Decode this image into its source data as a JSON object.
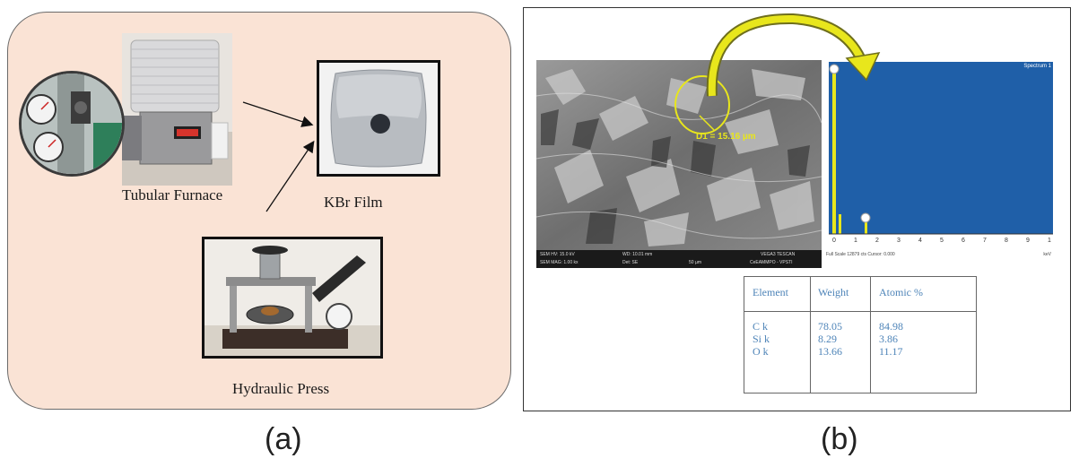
{
  "panel_a": {
    "label": "(a)",
    "captions": {
      "tubular_furnace": "Tubular Furnace",
      "kbr_film": "KBr Film",
      "hydraulic_press": "Hydraulic Press"
    }
  },
  "panel_b": {
    "label": "(b)",
    "sem": {
      "measurement": "D1 = 15.16 µm",
      "footer_row1": [
        "SEM HV: 15.0 kV",
        "WD: 10.01 mm",
        "VEGA3 TESCAN"
      ],
      "footer_row2": [
        "SEM MAG: 1.00 kx",
        "Det: SE",
        "50 µm",
        "CeEAMMPO - VPSTI"
      ]
    },
    "spectrum": {
      "title": "Spectrum 1",
      "x_ticks": [
        "0",
        "1",
        "2",
        "3",
        "4",
        "5",
        "6",
        "7",
        "8",
        "9",
        "1"
      ],
      "footer_left": "Full Scale 12879 cts Cursor: 0.000",
      "footer_right": "keV"
    },
    "eds_table": {
      "headers": [
        "Element",
        "Weight",
        "Atomic %"
      ],
      "rows": [
        [
          "C  k",
          "78.05",
          "84.98"
        ],
        [
          "Si k",
          "8.29",
          "3.86"
        ],
        [
          "O k",
          "13.66",
          "11.17"
        ]
      ]
    }
  },
  "colors": {
    "panel_a_bg": "#fae3d5",
    "table_text": "#4e84b8",
    "spectrum_bg": "#1f5fa8",
    "highlight": "#e8e61c"
  }
}
